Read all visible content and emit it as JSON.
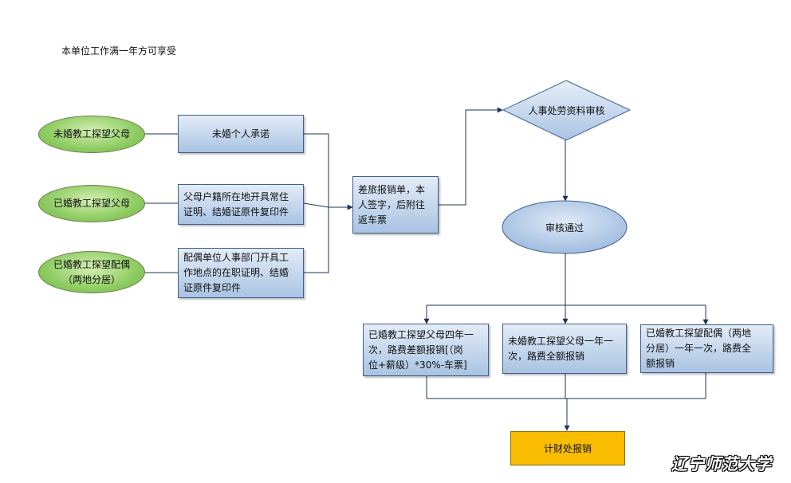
{
  "note": "本单位工作满一年方可享受",
  "categories": [
    {
      "label": "未婚教工探望父母"
    },
    {
      "label": "已婚教工探望父母"
    },
    {
      "label": "已婚教工探望配偶\n（两地分居）"
    }
  ],
  "documents": [
    {
      "label": "未婚个人承诺"
    },
    {
      "label": "父母户籍所在地开具常住\n证明、结婚证原件复印件"
    },
    {
      "label": "配偶单位人事部门开具工\n作地点的在职证明、结婚\n证原件复印件"
    }
  ],
  "expense_form": "差旅报销单，本\n人签字，后附往\n返车票",
  "hr_review": "人事处劳资料审核",
  "approved": "审核通过",
  "reimbursements": [
    {
      "label": "已婚教工探望父母四年一\n次，路费差额报销[（岗\n位+薪级）*30%-车票]"
    },
    {
      "label": "未婚教工探望父母一年一\n次，路费全额报销"
    },
    {
      "label": "已婚教工探望配偶（两地\n分居）一年一次，路费全\n额报销"
    }
  ],
  "finance": "计财处报销",
  "watermark": "辽宁师范大学",
  "colors": {
    "box_border": "#3e5f8a",
    "oval_green": "#8fcc63",
    "finance_yellow": "#f8bd00",
    "connector": "#1c3557"
  }
}
